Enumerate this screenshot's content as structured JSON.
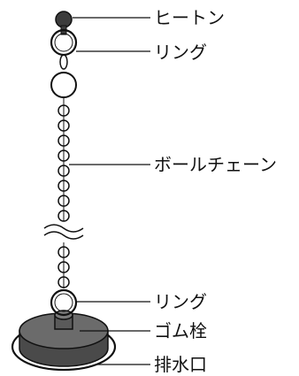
{
  "labels": [
    {
      "id": "stopper-knob",
      "text": "ヒートン"
    },
    {
      "id": "top-ring",
      "text": "リング"
    },
    {
      "id": "ball-chain",
      "text": "ボールチェーン"
    },
    {
      "id": "bottom-ring",
      "text": "リング"
    },
    {
      "id": "rubber-plug",
      "text": "ゴム栓"
    },
    {
      "id": "drain",
      "text": "排水口"
    }
  ],
  "colors": {
    "line": "#111111",
    "plug": "#4a4a4a",
    "plug_top": "#6b6b6b",
    "knob": "#3c3c3c"
  }
}
